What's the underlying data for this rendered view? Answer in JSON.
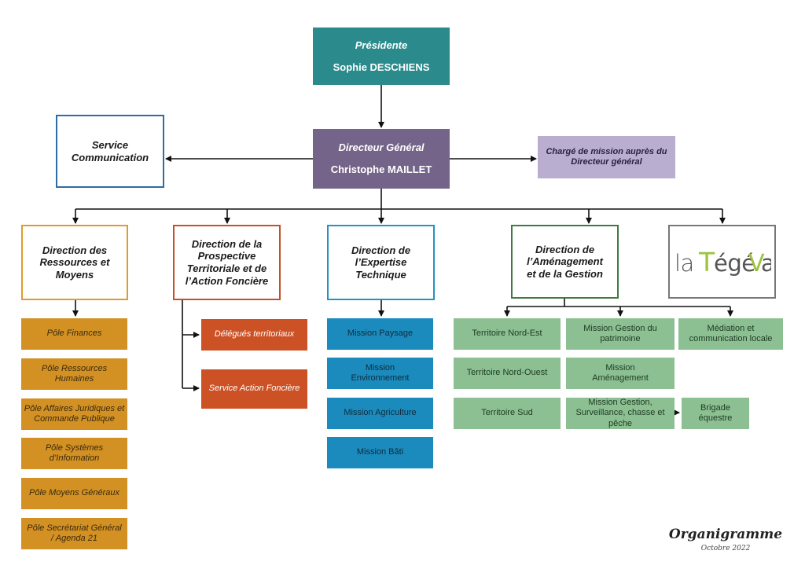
{
  "presidente": {
    "role": "Présidente",
    "name": "Sophie DESCHIENS"
  },
  "dg": {
    "role": "Directeur Général",
    "name": "Christophe MAILLET"
  },
  "communication": {
    "label": "Service Communication"
  },
  "charge_mission": {
    "label": "Chargé de mission auprès du Directeur général"
  },
  "directions": {
    "ressources": "Direction des Ressources et Moyens",
    "prospective": "Direction de la Prospective Territoriale et de l’Action Foncière",
    "expertise": "Direction de l’Expertise Technique",
    "amenagement": "Direction de l’Aménagement et de la Gestion"
  },
  "logo": {
    "text": "la Tégéval"
  },
  "poles": [
    "Pôle Finances",
    "Pôle Ressources Humaines",
    "Pôle Affaires Juridiques et Commande Publique",
    "Pôle Systèmes d’Information",
    "Pôle Moyens Généraux",
    "Pôle Secrétariat Général / Agenda 21"
  ],
  "prospective_units": [
    "Délégués territoriaux",
    "Service Action Foncière"
  ],
  "missions_expertise": [
    "Mission Paysage",
    "Mission Environnement",
    "Mission Agriculture",
    "Mission Bâti"
  ],
  "territoires": [
    "Territoire Nord-Est",
    "Territoire Nord-Ouest",
    "Territoire Sud"
  ],
  "missions_gestion": [
    "Mission Gestion du patrimoine",
    "Mission Aménagement",
    "Mission Gestion, Surveillance, chasse et pêche"
  ],
  "mediation": "Médiation et communication locale",
  "brigade": "Brigade équestre",
  "footer": {
    "title": "Organigramme",
    "date": "Octobre 2022"
  },
  "colors": {
    "presidente": "#2a8a8c",
    "dg": "#75648a",
    "charge": "#b9aed0",
    "communication_border": "#2e6da4",
    "ressources_border": "#e09b2d",
    "prospective_border": "#c75027",
    "expertise_border": "#2492c2",
    "amenagement_border": "#3f7a45",
    "logo_border": "#777777",
    "logo_green": "#9ec33b"
  }
}
